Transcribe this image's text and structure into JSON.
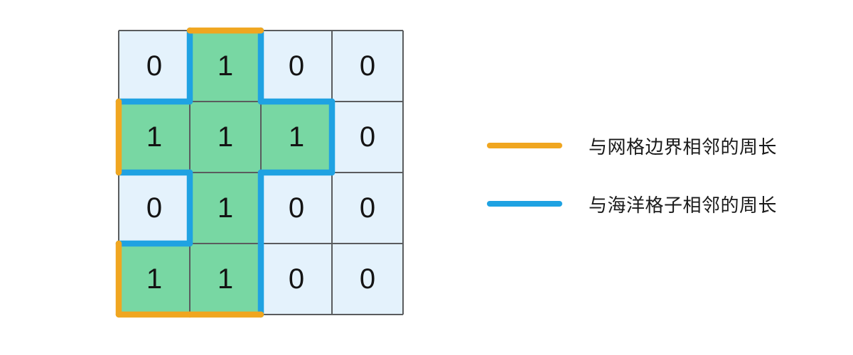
{
  "grid": {
    "rows": 4,
    "cols": 4,
    "cell_size": 100,
    "values": [
      [
        0,
        1,
        0,
        0
      ],
      [
        1,
        1,
        1,
        0
      ],
      [
        0,
        1,
        0,
        0
      ],
      [
        1,
        1,
        0,
        0
      ]
    ],
    "colors": {
      "land": "#78D7A3",
      "ocean": "#E4F2FC",
      "grid_line": "#5A5C5E",
      "boundary_edge": "#F0A620",
      "ocean_edge": "#1FA2E2",
      "cell_text": "#141414"
    },
    "boundary_edges": [
      {
        "r": 0,
        "c": 1,
        "side": "top"
      },
      {
        "r": 1,
        "c": 0,
        "side": "left"
      },
      {
        "r": 3,
        "c": 0,
        "side": "left"
      },
      {
        "r": 3,
        "c": 0,
        "side": "bottom"
      },
      {
        "r": 3,
        "c": 1,
        "side": "bottom"
      }
    ],
    "ocean_edges": [
      {
        "r": 0,
        "c": 1,
        "side": "left"
      },
      {
        "r": 0,
        "c": 1,
        "side": "right"
      },
      {
        "r": 1,
        "c": 0,
        "side": "top"
      },
      {
        "r": 1,
        "c": 0,
        "side": "bottom"
      },
      {
        "r": 1,
        "c": 2,
        "side": "top"
      },
      {
        "r": 1,
        "c": 2,
        "side": "right"
      },
      {
        "r": 1,
        "c": 2,
        "side": "bottom"
      },
      {
        "r": 2,
        "c": 1,
        "side": "left"
      },
      {
        "r": 2,
        "c": 1,
        "side": "right"
      },
      {
        "r": 3,
        "c": 0,
        "side": "top"
      },
      {
        "r": 3,
        "c": 1,
        "side": "right"
      }
    ]
  },
  "legend": {
    "items": [
      {
        "color": "#F0A620",
        "label": "与网格边界相邻的周长"
      },
      {
        "color": "#1FA2E2",
        "label": "与海洋格子相邻的周长"
      }
    ]
  }
}
